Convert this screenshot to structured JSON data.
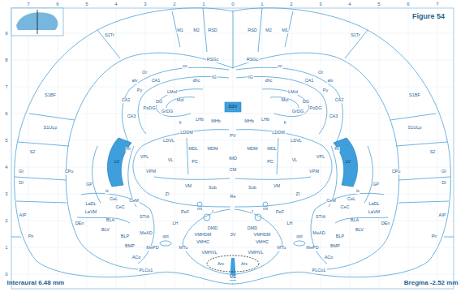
{
  "diagram": {
    "title": "Figure 54",
    "labels": [
      "Interaural 6.48 mm",
      "Bregma -2.52 mm",
      "7",
      "6",
      "5",
      "4",
      "3",
      "2",
      "1",
      "0",
      "1",
      "2",
      "3",
      "4",
      "5",
      "6",
      "7",
      "9",
      "8",
      "7",
      "6",
      "5",
      "4",
      "3",
      "2",
      "1",
      "0",
      "D3V",
      "PV",
      "IMD",
      "CM",
      "Re",
      "3V",
      "ME",
      "M1",
      "M2",
      "RSD",
      "S1Tr",
      "RSGc",
      "S1BF",
      "S1ULp",
      "S2",
      "GI",
      "DI",
      "AIP",
      "LV",
      "Or",
      "alv",
      "CA1",
      "Py",
      "CA2",
      "CA3",
      "LMol",
      "Mol",
      "DG",
      "GrDG",
      "PoDG",
      "cc",
      "dhc",
      "IG",
      "fi",
      "LDDM",
      "LDVL",
      "LHb",
      "MHb",
      "MDL",
      "MDM",
      "Rt",
      "VPL",
      "VL",
      "PC",
      "VPM",
      "ic",
      "CPu",
      "GP",
      "VM",
      "Sub",
      "ZI",
      "LaDL",
      "LaVM",
      "CeL",
      "CeC",
      "CeM",
      "BLA",
      "BLV",
      "DEn",
      "Pir",
      "STIA",
      "BLP",
      "BMP",
      "MeAD",
      "MePD",
      "ACo",
      "PLCo1",
      "opt",
      "mt",
      "PeF",
      "f",
      "LH",
      "DMD",
      "MTu",
      "VMHDM",
      "VMHC",
      "VMHVL",
      "Arc",
      "M1",
      "M2",
      "RSD",
      "S1Tr",
      "RSGc",
      "S1BF",
      "S1ULp",
      "S2",
      "GI",
      "DI",
      "AIP",
      "LV",
      "Or",
      "alv",
      "CA1",
      "Py",
      "CA2",
      "CA3",
      "LMol",
      "Mol",
      "DG",
      "GrDG",
      "PoDG",
      "cc",
      "dhc",
      "IG",
      "fi",
      "LDDM",
      "LDVL",
      "LHb",
      "MHb",
      "MDL",
      "MDM",
      "Rt",
      "VPL",
      "VL",
      "PC",
      "VPM",
      "ic",
      "CPu",
      "GP",
      "VM",
      "Sub",
      "ZI",
      "LaDL",
      "LaVM",
      "CeL",
      "CeC",
      "CeM",
      "BLA",
      "BLV",
      "DEn",
      "Pir",
      "STIA",
      "BLP",
      "BMP",
      "MeAD",
      "MePD",
      "ACo",
      "PLCo1",
      "opt",
      "mt",
      "PeF",
      "f",
      "LH",
      "DMD",
      "MTu",
      "VMHDM",
      "VMHC",
      "VMHVL",
      "Arc"
    ]
  }
}
